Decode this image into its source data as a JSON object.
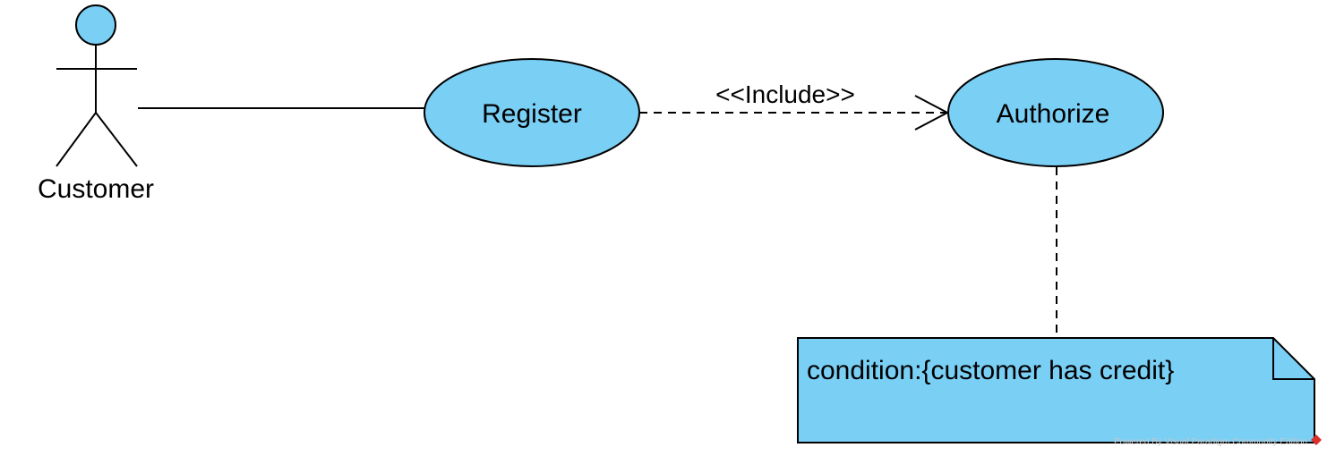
{
  "diagram": {
    "actors": [
      {
        "id": "customer",
        "label": "Customer"
      }
    ],
    "use_cases": [
      {
        "id": "register",
        "label": "Register"
      },
      {
        "id": "authorize",
        "label": "Authorize"
      }
    ],
    "relationships": [
      {
        "from": "customer",
        "to": "register",
        "type": "association"
      },
      {
        "from": "register",
        "to": "authorize",
        "type": "include",
        "label": "<<Include>>"
      },
      {
        "from": "authorize",
        "to": "note",
        "type": "anchor"
      }
    ],
    "note": {
      "text": "condition:{customer has credit}"
    },
    "watermark": {
      "text": "Powered By  Visual Paradigm Community Edition"
    },
    "colors": {
      "fill": "#7ACFF5",
      "stroke": "#000000",
      "watermark": "#c9c9c9",
      "logo": "#d9302c"
    }
  }
}
